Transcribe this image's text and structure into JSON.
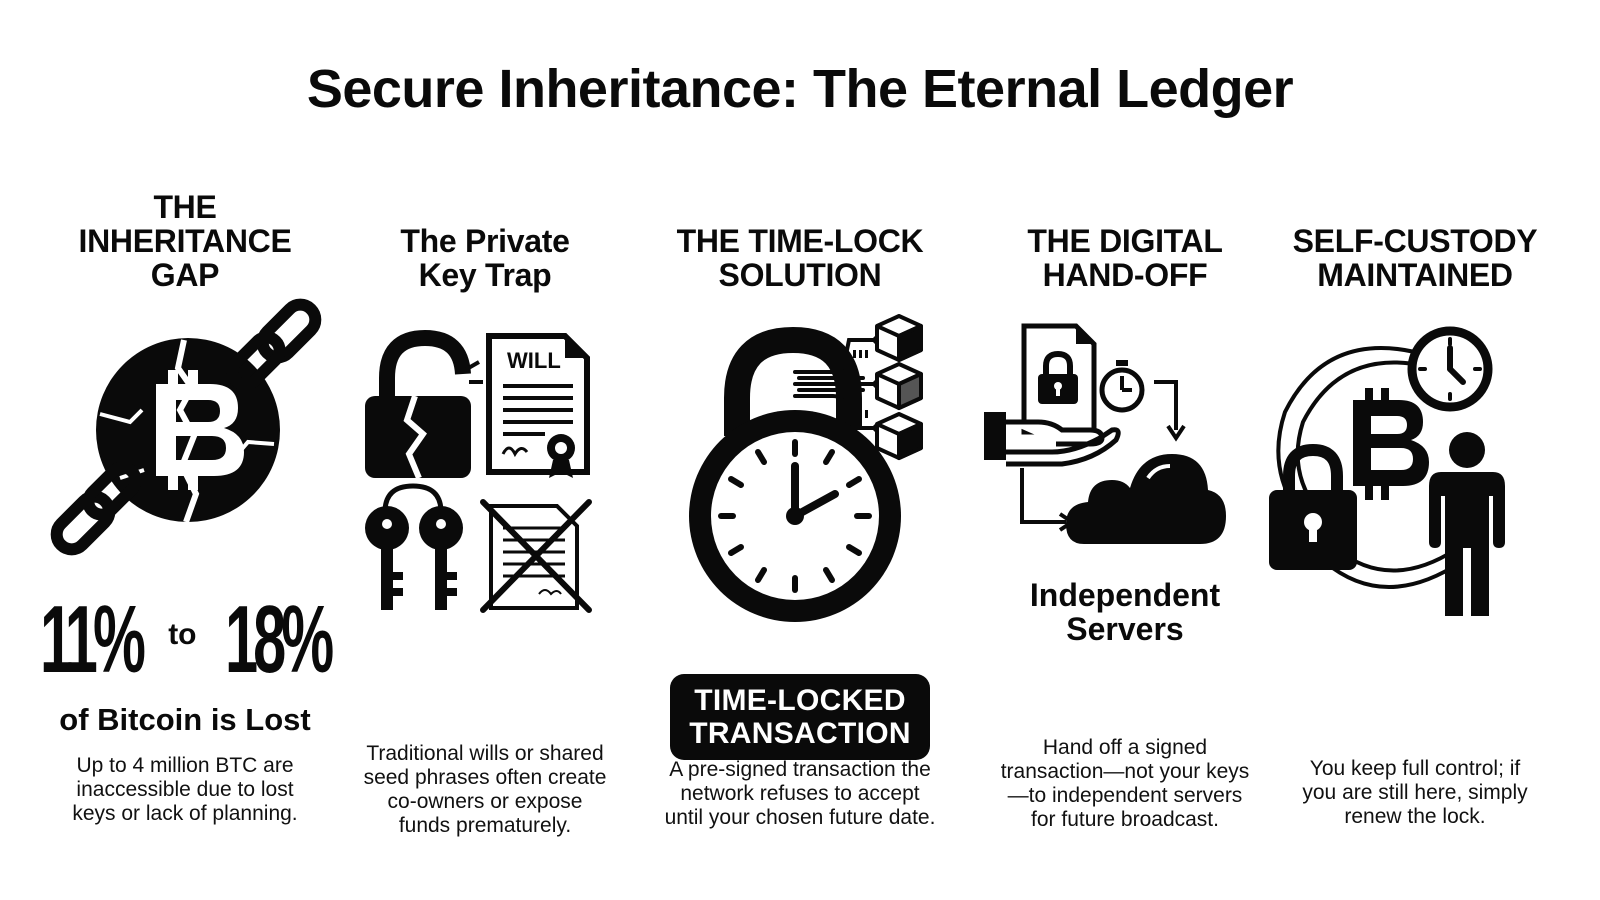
{
  "title": "Secure Inheritance: The Eternal Ledger",
  "columns": [
    {
      "heading": [
        "THE",
        "INHERITANCE",
        "GAP"
      ],
      "stat": {
        "from": "11%",
        "connector": "to",
        "to": "18%",
        "caption": "of Bitcoin is Lost"
      },
      "description": [
        "Up to 4 million BTC are",
        "inaccessible due to lost",
        "keys or lack of planning."
      ],
      "icons": [
        "broken-bitcoin-icon",
        "broken-chain-icon"
      ]
    },
    {
      "heading": [
        "The Private",
        "Key Trap"
      ],
      "description": [
        "Traditional wills or shared",
        "seed phrases often create",
        "co-owners or expose",
        "funds prematurely."
      ],
      "icons": [
        "broken-padlock-icon",
        "will-document-icon",
        "keys-icon",
        "crossed-out-document-icon"
      ],
      "will_label": "WILL"
    },
    {
      "heading": [
        "THE TIME-LOCK",
        "SOLUTION"
      ],
      "badge": [
        "TIME-LOCKED",
        "TRANSACTION"
      ],
      "description": [
        "A pre-signed transaction the",
        "network refuses to accept",
        "until your chosen future date."
      ],
      "icons": [
        "clock-padlock-icon",
        "blockchain-blocks-icon"
      ]
    },
    {
      "heading": [
        "THE DIGITAL",
        "HAND-OFF"
      ],
      "servers_label": [
        "Independent",
        "Servers"
      ],
      "description": [
        "Hand off a signed",
        "transaction—not your keys",
        "—to independent servers",
        "for future broadcast."
      ],
      "icons": [
        "signed-document-lock-icon",
        "stopwatch-icon",
        "hand-icon",
        "cloud-icon"
      ]
    },
    {
      "heading": [
        "SELF-CUSTODY",
        "MAINTAINED"
      ],
      "description": [
        "You keep full control; if",
        "you are still here, simply",
        "renew the lock."
      ],
      "icons": [
        "bitcoin-cycle-icon",
        "clock-icon",
        "padlock-icon",
        "person-icon"
      ]
    }
  ],
  "colors": {
    "ink": "#0a0a0a",
    "background": "#ffffff"
  }
}
